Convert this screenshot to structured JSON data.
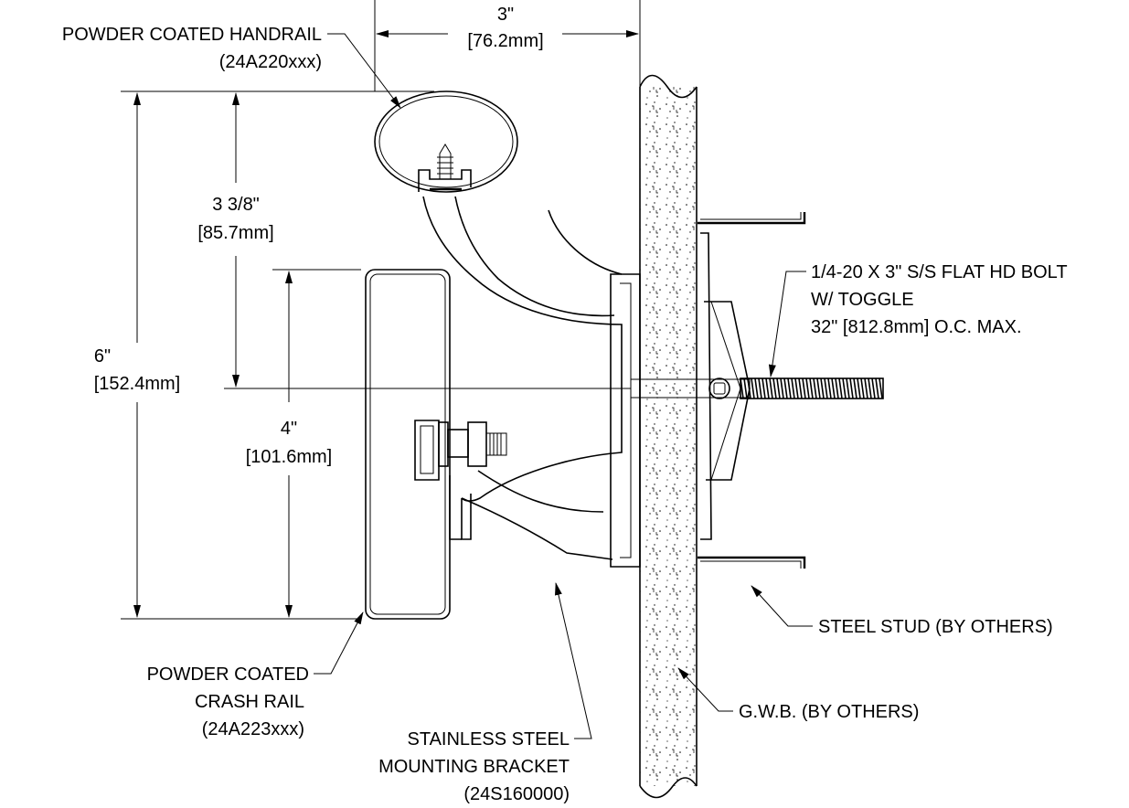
{
  "dimensions": {
    "width_in": "3\"",
    "width_mm": "[76.2mm]",
    "total_height_in": "6\"",
    "total_height_mm": "[152.4mm]",
    "upper_height_in": "3 3/8\"",
    "upper_height_mm": "[85.7mm]",
    "rail_height_in": "4\"",
    "rail_height_mm": "[101.6mm]"
  },
  "callouts": {
    "handrail": {
      "line1": "POWDER COATED HANDRAIL",
      "line2": "(24A220xxx)"
    },
    "bolt": {
      "line1": "1/4-20 X 3\" S/S FLAT HD BOLT",
      "line2": "W/ TOGGLE",
      "line3": "32\" [812.8mm] O.C. MAX."
    },
    "steel_stud": {
      "line1": "STEEL STUD (BY OTHERS)"
    },
    "gwb": {
      "line1": "G.W.B. (BY OTHERS)"
    },
    "crash_rail": {
      "line1": "POWDER COATED",
      "line2": "CRASH RAIL",
      "line3": "(24A223xxx)"
    },
    "bracket": {
      "line1": "STAINLESS STEEL",
      "line2": "MOUNTING BRACKET",
      "line3": "(24S160000)"
    }
  },
  "colors": {
    "line": "#000000",
    "background": "#ffffff"
  }
}
